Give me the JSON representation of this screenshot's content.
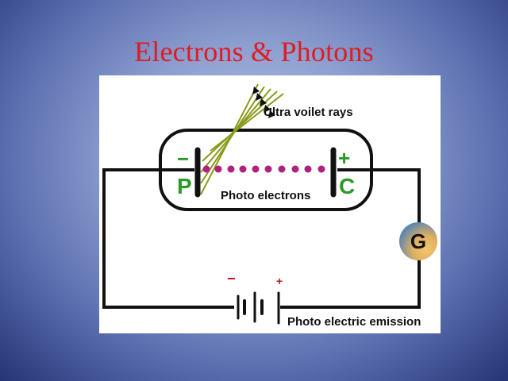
{
  "slide": {
    "title": "Electrons & Photons",
    "title_color": "#e01b22"
  },
  "diagram": {
    "uv_label": "Ultra voilet rays",
    "photo_electrons_label": "Photo electrons",
    "emission_label": "Photo electric emission",
    "plate_p": {
      "sign": "−",
      "letter": "P"
    },
    "plate_c": {
      "sign": "+",
      "letter": "C"
    },
    "battery": {
      "neg": "−",
      "pos": "+"
    },
    "galvanometer": "G",
    "colors": {
      "ray": "#8a9a1a",
      "electron": "#b0207e",
      "plate_label": "#2a9a2a",
      "battery_sign": "#c01020"
    },
    "electron_count": 10
  }
}
